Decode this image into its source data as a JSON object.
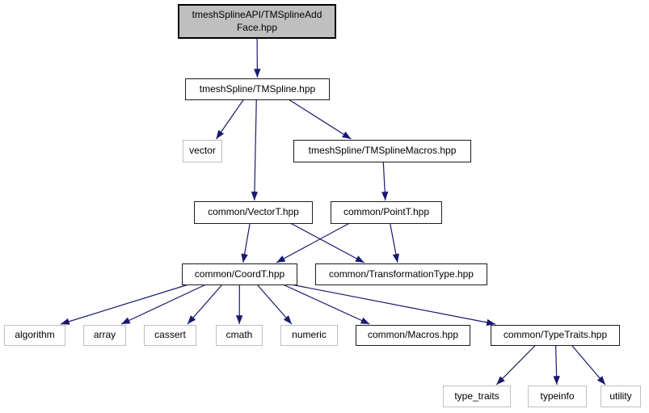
{
  "diagram": {
    "colors": {
      "background": "#ffffff",
      "edge": "#191970",
      "main_node_fill": "#bfbfbf",
      "main_node_border": "#000000",
      "project_node_border": "#1c1c1c",
      "system_node_border": "#bfbfbf",
      "node_fill": "#ffffff",
      "text": "#000000"
    },
    "nodes": [
      {
        "id": "root",
        "label": "tmeshSplineAPI/TMSplineAdd Face.hpp",
        "kind": "main"
      },
      {
        "id": "tmspline",
        "label": "tmeshSpline/TMSpline.hpp",
        "kind": "project"
      },
      {
        "id": "vector",
        "label": "vector",
        "kind": "system"
      },
      {
        "id": "tmsplinemacros",
        "label": "tmeshSpline/TMSplineMacros.hpp",
        "kind": "project"
      },
      {
        "id": "vectort",
        "label": "common/VectorT.hpp",
        "kind": "project"
      },
      {
        "id": "pointt",
        "label": "common/PointT.hpp",
        "kind": "project"
      },
      {
        "id": "coordt",
        "label": "common/CoordT.hpp",
        "kind": "project"
      },
      {
        "id": "transformationtype",
        "label": "common/TransformationType.hpp",
        "kind": "project"
      },
      {
        "id": "algorithm",
        "label": "algorithm",
        "kind": "system"
      },
      {
        "id": "array",
        "label": "array",
        "kind": "system"
      },
      {
        "id": "cassert",
        "label": "cassert",
        "kind": "system"
      },
      {
        "id": "cmath",
        "label": "cmath",
        "kind": "system"
      },
      {
        "id": "numeric",
        "label": "numeric",
        "kind": "system"
      },
      {
        "id": "macros",
        "label": "common/Macros.hpp",
        "kind": "project"
      },
      {
        "id": "typetraits",
        "label": "common/TypeTraits.hpp",
        "kind": "project"
      },
      {
        "id": "type_traits",
        "label": "type_traits",
        "kind": "system"
      },
      {
        "id": "typeinfo",
        "label": "typeinfo",
        "kind": "system"
      },
      {
        "id": "utility",
        "label": "utility",
        "kind": "system"
      }
    ],
    "edges": [
      {
        "from": "root",
        "to": "tmspline"
      },
      {
        "from": "tmspline",
        "to": "vector"
      },
      {
        "from": "tmspline",
        "to": "vectort"
      },
      {
        "from": "tmspline",
        "to": "tmsplinemacros"
      },
      {
        "from": "tmsplinemacros",
        "to": "pointt"
      },
      {
        "from": "vectort",
        "to": "coordt"
      },
      {
        "from": "vectort",
        "to": "transformationtype"
      },
      {
        "from": "pointt",
        "to": "coordt"
      },
      {
        "from": "pointt",
        "to": "transformationtype"
      },
      {
        "from": "coordt",
        "to": "algorithm"
      },
      {
        "from": "coordt",
        "to": "array"
      },
      {
        "from": "coordt",
        "to": "cassert"
      },
      {
        "from": "coordt",
        "to": "cmath"
      },
      {
        "from": "coordt",
        "to": "numeric"
      },
      {
        "from": "coordt",
        "to": "macros"
      },
      {
        "from": "coordt",
        "to": "typetraits"
      },
      {
        "from": "typetraits",
        "to": "type_traits"
      },
      {
        "from": "typetraits",
        "to": "typeinfo"
      },
      {
        "from": "typetraits",
        "to": "utility"
      }
    ]
  }
}
